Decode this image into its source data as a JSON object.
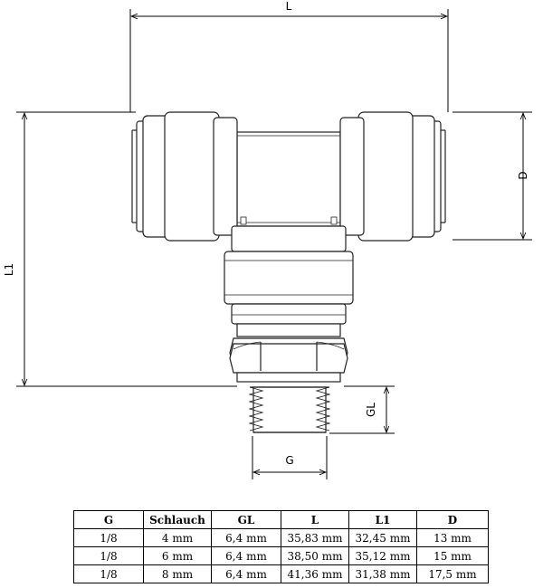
{
  "drawing": {
    "labels": {
      "L": "L",
      "L1": "L1",
      "D": "D",
      "GL": "GL",
      "G": "G"
    }
  },
  "table": {
    "headers": [
      "G",
      "Schlauch",
      "GL",
      "L",
      "L1",
      "D"
    ],
    "rows": [
      [
        "1/8",
        "4 mm",
        "6,4 mm",
        "35,83 mm",
        "32,45 mm",
        "13 mm"
      ],
      [
        "1/8",
        "6 mm",
        "6,4 mm",
        "38,50 mm",
        "35,12 mm",
        "15 mm"
      ],
      [
        "1/8",
        "8 mm",
        "6,4 mm",
        "41,36 mm",
        "31,38 mm",
        "17,5 mm"
      ]
    ]
  }
}
